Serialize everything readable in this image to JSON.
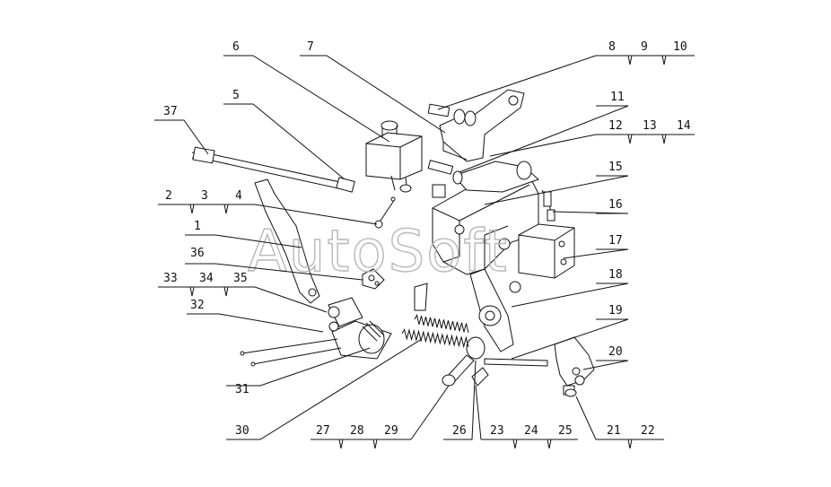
{
  "watermark": "AutoSoft",
  "callouts": [
    "1",
    "2",
    "3",
    "4",
    "5",
    "6",
    "7",
    "8",
    "9",
    "10",
    "11",
    "12",
    "13",
    "14",
    "15",
    "16",
    "17",
    "18",
    "19",
    "20",
    "21",
    "22",
    "23",
    "24",
    "25",
    "26",
    "27",
    "28",
    "29",
    "30",
    "31",
    "32",
    "33",
    "34",
    "35",
    "36",
    "37"
  ]
}
